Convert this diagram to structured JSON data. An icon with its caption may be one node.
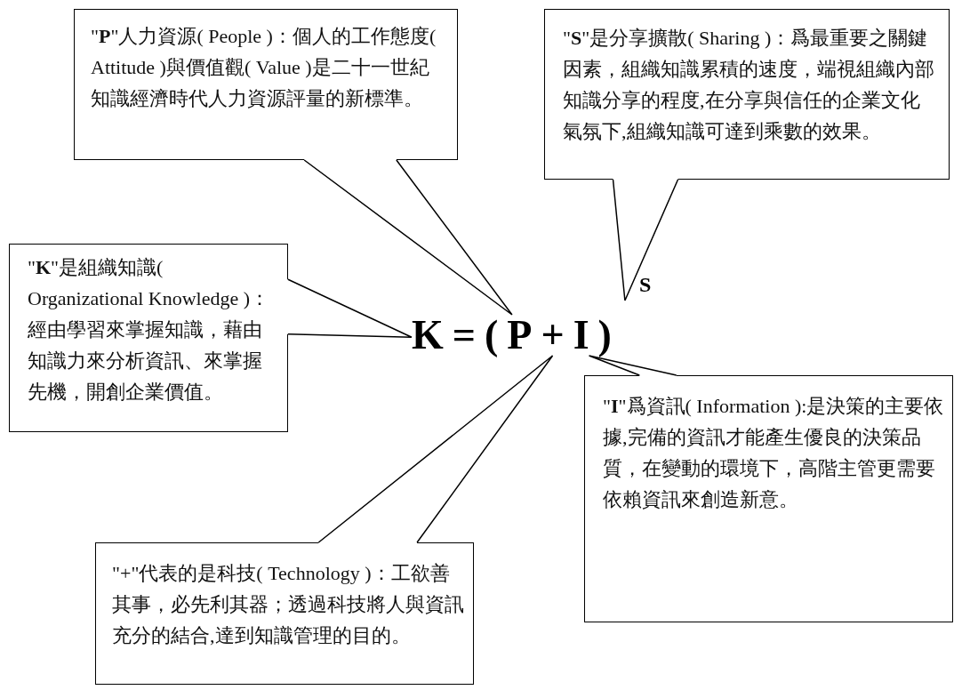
{
  "diagram": {
    "nodes": [
      {
        "text": [
          "\"**P**\"人力資源( People )：個人的工作態度( Attitude )與價值觀( Value )是二十一世紀知識經濟時代人力資源評量的新標準。"
        ]
      },
      {
        "text": [
          "\"**S**\"是分享擴散( Sharing )：爲最重要之關鍵因素，組織知識累積的速度，端視組織內部知識分享的程度,在分享與信任的企業文化氣氛下,組織知識可達到乘數的效果。"
        ]
      },
      {
        "text": [
          "\"**K**\"是組織知識( Organizational Knowledge )：經由學習來掌握知識，藉由知識力來分析資訊、來掌握先機，開創企業價值。"
        ]
      },
      {
        "text": [
          "K"
        ]
      },
      {
        "text": [
          "P"
        ]
      },
      {
        "text": [
          "+"
        ]
      },
      {
        "text": [
          "I"
        ]
      },
      {
        "text": [
          "S"
        ]
      },
      {
        "text": [
          "\"**I**\"爲資訊( Information ):是決策的主要依據,完備的資訊才能產生優良的決策品質，在變動的環境下，高階主管更需要依賴資訊來創造新意。"
        ]
      },
      {
        "text": [
          "\"+\"代表的是科技( Technology )：工欲善其事，必先利其器；透過科技將人與資訊充分的結合,達到知識管理的目的。"
        ]
      }
    ],
    "edges": [
      {
        "from": 0,
        "to": 4,
        "arrow": "none"
      },
      {
        "from": 1,
        "to": 7,
        "arrow": "none"
      },
      {
        "from": 2,
        "to": 3,
        "arrow": "none"
      },
      {
        "from": 8,
        "to": 6,
        "arrow": "none"
      },
      {
        "from": 9,
        "to": 5,
        "arrow": "none"
      }
    ],
    "labels": [
      "=",
      "(",
      ")"
    ]
  }
}
